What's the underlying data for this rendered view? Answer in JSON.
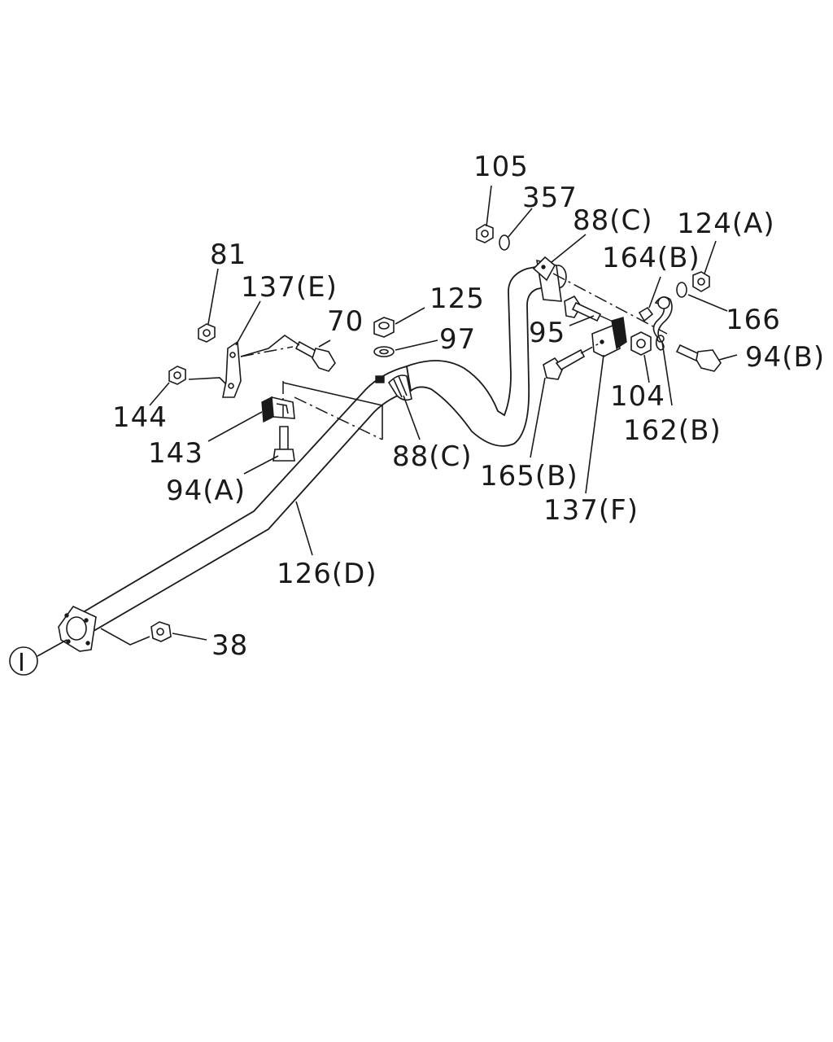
{
  "labels": {
    "l105": "105",
    "l357": "357",
    "l88c_top": "88(C)",
    "l124a": "124(A)",
    "l164b": "164(B)",
    "l166": "166",
    "l81": "81",
    "l137e": "137(E)",
    "l70": "70",
    "l125": "125",
    "l97": "97",
    "l95": "95",
    "l94b": "94(B)",
    "l104": "104",
    "l162b": "162(B)",
    "l144": "144",
    "l143": "143",
    "l88c_mid": "88(C)",
    "l165b": "165(B)",
    "l94a": "94(A)",
    "l137f": "137(F)",
    "l126d": "126(D)",
    "l38": "38",
    "ref_i": "I"
  }
}
